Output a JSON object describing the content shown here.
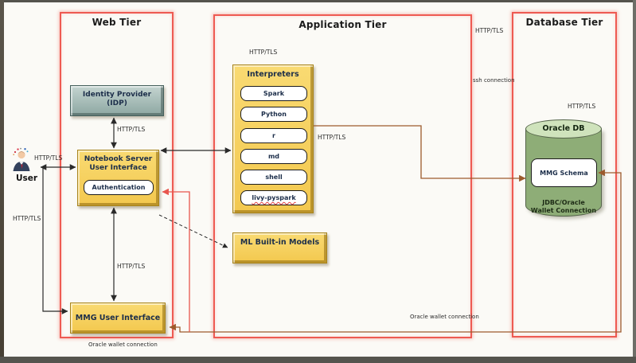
{
  "tiers": {
    "web": {
      "title": "Web Tier"
    },
    "app": {
      "title": "Application Tier"
    },
    "db": {
      "title": "Database Tier"
    }
  },
  "user": {
    "label": "User"
  },
  "idp": {
    "line1": "Identity Provider",
    "line2": "(IDP)"
  },
  "notebook": {
    "line1": "Notebook Server",
    "line2": "User Interface",
    "auth": "Authentication"
  },
  "mmg_ui": {
    "title": "MMG User Interface"
  },
  "interpreters": {
    "title": "Interpreters",
    "items": [
      "Spark",
      "Python",
      "r",
      "md",
      "shell",
      "livy-pyspark"
    ]
  },
  "ml_models": {
    "title": "ML Built-in Models"
  },
  "oracle": {
    "title": "Oracle DB",
    "schema": "MMG Schema",
    "conn_line1": "JDBC/Oracle",
    "conn_line2": "Wallet Connection"
  },
  "labels": {
    "http_tls": "HTTP/TLS",
    "ssh": "ssh connection",
    "oracle_wallet": "Oracle wallet connection"
  },
  "colors": {
    "tier_border": "#ee5a52",
    "box_yellow": "#f6d164",
    "idp_fill": "#a9bfba",
    "db_green": "#8ead77",
    "line_black": "#2a2a2a",
    "line_brown": "#9c5a2c",
    "line_red": "#e8564e"
  }
}
